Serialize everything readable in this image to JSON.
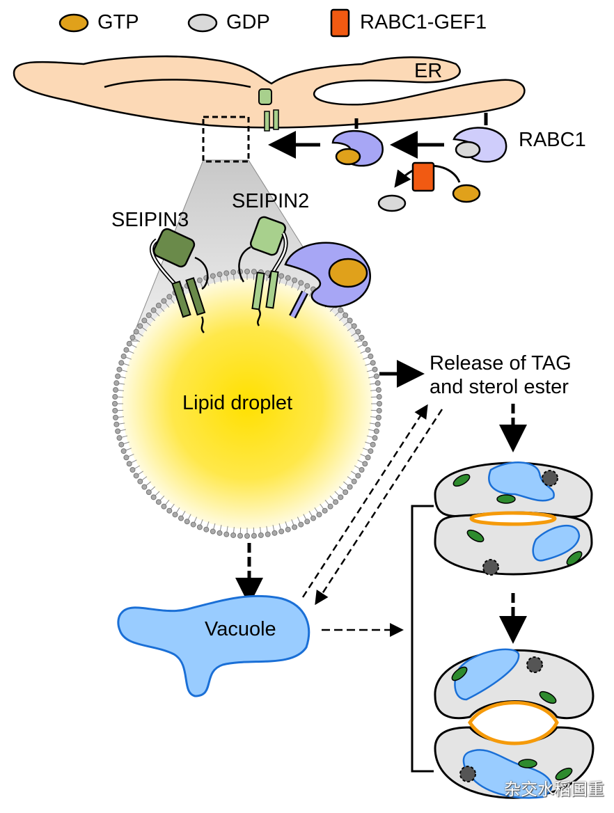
{
  "legend": {
    "gtp": "GTP",
    "gdp": "GDP",
    "gef": "RABC1-GEF1"
  },
  "labels": {
    "er": "ER",
    "rabc1": "RABC1",
    "seipin3": "SEIPIN3",
    "seipin2": "SEIPIN2",
    "lipid_droplet": "Lipid droplet",
    "release_line1": "Release of TAG",
    "release_line2": "and sterol ester",
    "vacuole": "Vacuole"
  },
  "colors": {
    "gtp": "#e0a11b",
    "gdp": "#d9d9d9",
    "gef": "#f15a12",
    "er": "#fcd9b6",
    "rabc1_active": "#a7a6f5",
    "rabc1_inactive": "#cfcdfb",
    "seipin3": "#6a8a4a",
    "seipin2": "#a8d08d",
    "vacuole": "#99ccff",
    "chloroplast": "#2e8b2e",
    "pore": "#f59a0a"
  },
  "watermark": "杂交水稻国重"
}
